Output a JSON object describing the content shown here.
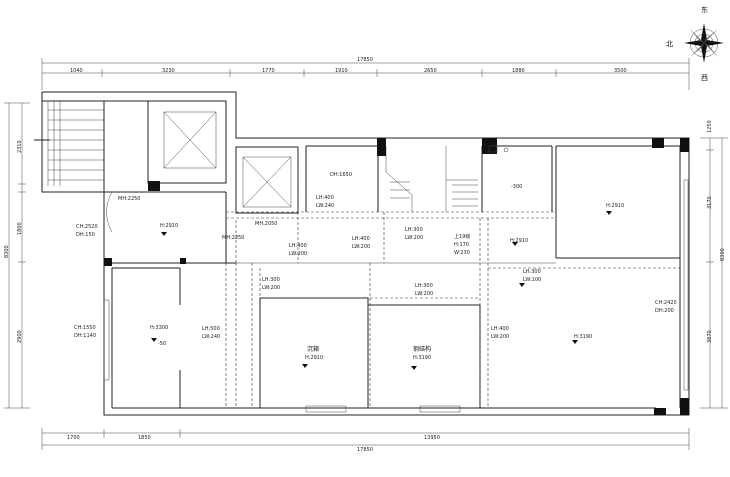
{
  "compass": {
    "east": "东",
    "north": "北",
    "west": "西"
  },
  "dims_top": {
    "total": "17850",
    "segments": [
      "1040",
      "3230",
      "1770",
      "1910",
      "2650",
      "1880",
      "3500"
    ]
  },
  "dims_bottom": {
    "total": "17850",
    "segments": [
      "1700",
      "1850",
      "13950"
    ]
  },
  "dims_left": {
    "total": "8300",
    "segments": [
      "2310",
      "1800",
      "2900"
    ]
  },
  "dims_right": {
    "total": "8300",
    "segments": [
      "1250",
      "3170",
      "3870"
    ]
  },
  "rooms": [
    {
      "key": "mh1",
      "l1": "MH:2250"
    },
    {
      "key": "h_a",
      "l1": "H:2910"
    },
    {
      "key": "ch_a",
      "l1": "CH:2520",
      "l2": "DH:150"
    },
    {
      "key": "mh2",
      "l1": "MH:2250"
    },
    {
      "key": "mh3",
      "l1": "MH:2050"
    },
    {
      "key": "dh_a",
      "l1": "DH:1650"
    },
    {
      "key": "lh1",
      "l1": "LH:400",
      "l2": "LW:240"
    },
    {
      "key": "lh2",
      "l1": "LH:400",
      "l2": "LW:200"
    },
    {
      "key": "lh3",
      "l1": "LH:400",
      "l2": "LW:200"
    },
    {
      "key": "lh4",
      "l1": "LH:300",
      "l2": "LW:200"
    },
    {
      "key": "stair",
      "l1": "上19级",
      "l2": "H:170",
      "l3": "W:230"
    },
    {
      "key": "h_b",
      "l1": "H:2910"
    },
    {
      "key": "minus300",
      "l1": "-300"
    },
    {
      "key": "h_c",
      "l1": "H:2910"
    },
    {
      "key": "lh5",
      "l1": "LH:300",
      "l2": "LW:100"
    },
    {
      "key": "lh6",
      "l1": "LH:300",
      "l2": "LW:200"
    },
    {
      "key": "lh7",
      "l1": "LH:300",
      "l2": "LW:200"
    },
    {
      "key": "ch_b",
      "l1": "CH:1550",
      "l2": "DH:1140"
    },
    {
      "key": "h_d",
      "l1": "H:3300",
      "l2": "-50"
    },
    {
      "key": "lh8",
      "l1": "LH:500",
      "l2": "LW:240"
    },
    {
      "key": "chenxiang",
      "l1": "沉箱",
      "l2": "H:2910"
    },
    {
      "key": "gangjiegou",
      "l1": "钢结构",
      "l2": "H:3190"
    },
    {
      "key": "lh9",
      "l1": "LH:400",
      "l2": "LW:200"
    },
    {
      "key": "h_e",
      "l1": "H:3190"
    },
    {
      "key": "ch_c",
      "l1": "CH:2420",
      "l2": "DH:200"
    }
  ]
}
